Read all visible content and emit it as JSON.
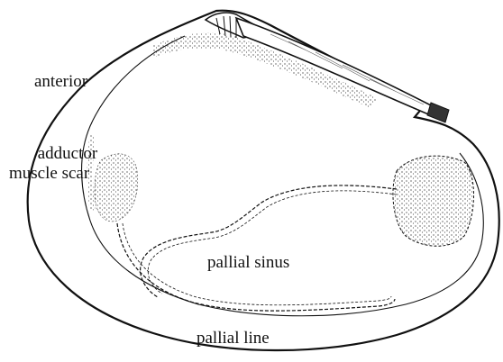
{
  "diagram": {
    "labels": {
      "anterior": "anterior",
      "adductor_line1": "adductor",
      "adductor_line2": "muscle scar",
      "pallial_sinus": "pallial sinus",
      "pallial_line": "pallial line"
    },
    "colors": {
      "ink": "#111111",
      "background": "#ffffff"
    }
  }
}
